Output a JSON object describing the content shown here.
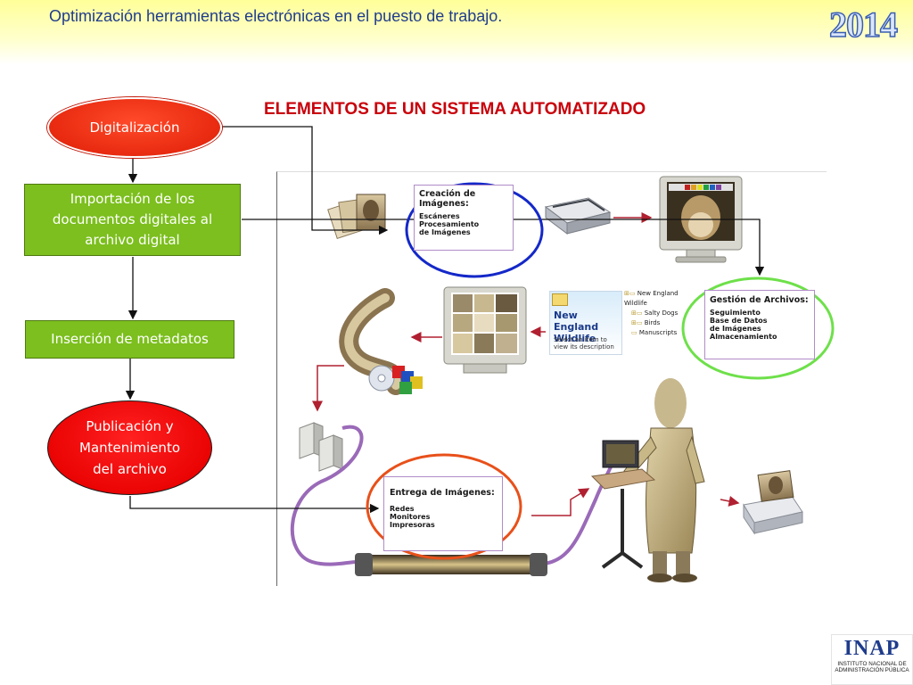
{
  "header": {
    "title": "Optimización herramientas electrónicas en el puesto de trabajo.",
    "year": "2014"
  },
  "diagram": {
    "title": "ELEMENTOS DE UN SISTEMA AUTOMATIZADO",
    "flow": [
      {
        "label": "Digitalización"
      },
      {
        "label": "Importación de los documentos digitales al archivo digital"
      },
      {
        "label": "Inserción de metadatos"
      },
      {
        "label": "Publicación y Mantenimiento del archivo"
      }
    ],
    "boxes": {
      "creacion": {
        "title": "Creación de Imágenes:",
        "items": [
          "Escáneres",
          "Procesamiento",
          "de Imágenes"
        ]
      },
      "gestion": {
        "title": "Gestión de Archivos:",
        "items": [
          "Seguimiento",
          "Base de Datos",
          "de Imágenes",
          "Almacenamiento"
        ]
      },
      "entrega": {
        "title": "Entrega de Imágenes:",
        "items": [
          "Redes",
          "Monitores",
          "Impresoras"
        ]
      }
    },
    "explorer": {
      "brand_line1": "New England",
      "brand_line2": "Wildlife",
      "hint": "Select an item to view its description",
      "tree": [
        "New England Wildlife",
        "Salty Dogs",
        "Birds",
        "Manuscripts"
      ]
    },
    "colors": {
      "oval_red": "#e82a10",
      "rect_green": "#7cbf1e",
      "circle_blue": "#1428c8",
      "circle_green": "#6ee04a",
      "circle_orange": "#e8501a",
      "arrow_red": "#b02030",
      "cable_purple": "#9a6ab8"
    }
  },
  "logo": {
    "name": "INAP",
    "line1": "INSTITUTO NACIONAL DE",
    "line2": "ADMINISTRACIÓN PÚBLICA"
  }
}
